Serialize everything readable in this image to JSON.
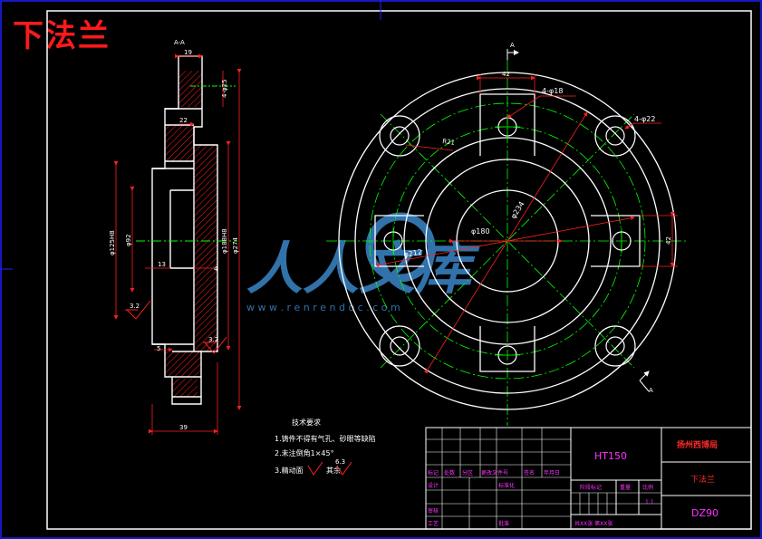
{
  "drawing": {
    "title": "下法兰",
    "section_label": "A-A",
    "view_marker": "A",
    "watermark_text": "人人文库",
    "watermark_url": "w w w . r e n r e n d o c . c o m"
  },
  "section_view": {
    "dims": {
      "d19": "19",
      "d4phi25": "4-φ25",
      "d22": "22",
      "phi125h8": "φ125H8",
      "phi92": "φ92",
      "phi188h8": "φ188H8",
      "phi274": "φ274",
      "d13": "13",
      "d4": "4",
      "d5": "5",
      "d39": "39"
    },
    "roughness": [
      "3.2",
      "3.2"
    ]
  },
  "plan_view": {
    "dims": {
      "d42_top": "42",
      "holes4phi18": "4-φ18",
      "holes4phi22": "4-φ22",
      "r21": "R21",
      "phi180": "φ180",
      "phi234": "φ234",
      "phi212": "φ212",
      "d42_right": "42"
    }
  },
  "tech_requirements": {
    "heading": "技术要求",
    "lines": [
      "1.铸件不得有气孔、砂眼等缺陷",
      "2.未注倒角1×45°",
      "3.精动面"
    ],
    "rest_label": "其余",
    "rest_value": "6.3"
  },
  "title_block": {
    "material": "HT150",
    "company": "扬州西博局",
    "part_name": "下法兰",
    "drawing_no": "DZ90",
    "row_labels": [
      "标记",
      "处数",
      "分区",
      "更改文件号",
      "签名",
      "年月日"
    ],
    "design": "设计",
    "standardize": "标准化",
    "stage_mark": "阶段标记",
    "weight": "重量",
    "scale": "比例",
    "scale_value": "1:1",
    "review": "审核",
    "process": "工艺",
    "approve": "批准",
    "sheets": "共XX张 第XX张"
  },
  "colors": {
    "outline": "#ffffff",
    "dimension": "#ff2020",
    "centerline": "#00ff00",
    "border": "#2020ff",
    "hatch": "#ff2020",
    "text_magenta": "#ff33ff",
    "text_red": "#ff2a2a",
    "watermark": "#3a86c8"
  }
}
